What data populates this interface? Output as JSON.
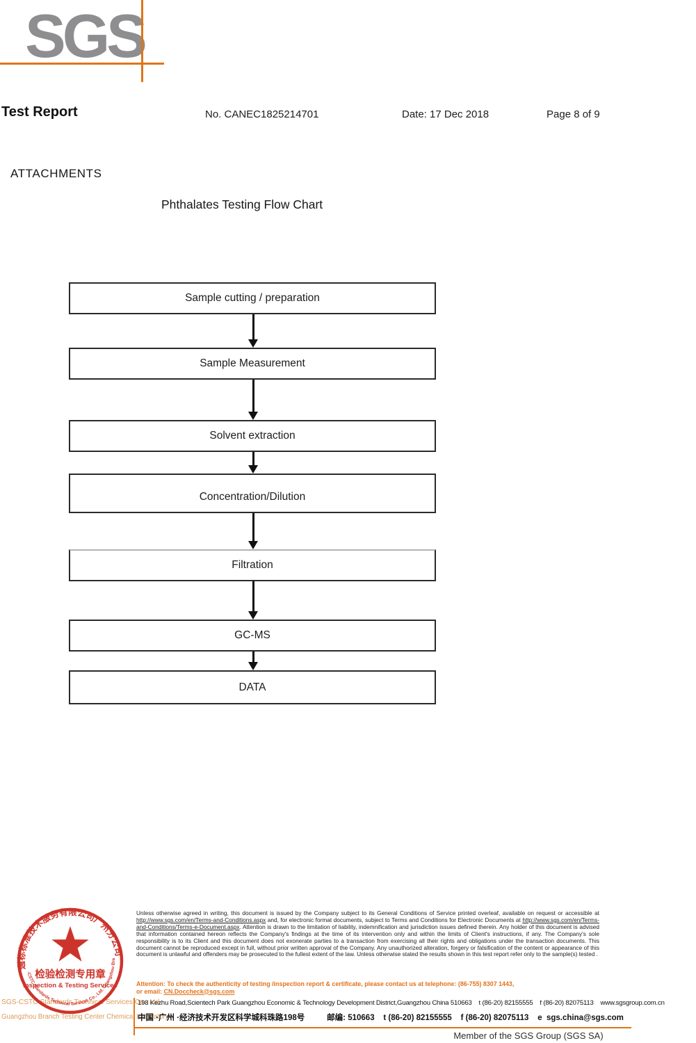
{
  "logo": {
    "text": "SGS"
  },
  "header": {
    "title": "Test Report",
    "report_no": "No. CANEC1825214701",
    "date": "Date: 17 Dec 2018",
    "page_info": "Page 8 of 9"
  },
  "attachments_label": "ATTACHMENTS",
  "flowchart": {
    "title": "Phthalates Testing Flow Chart",
    "steps": [
      "Sample cutting / preparation",
      "Sample Measurement",
      "Solvent extraction",
      "Concentration/Dilution",
      "Filtration",
      "GC-MS",
      "DATA"
    ]
  },
  "footer": {
    "stamp": {
      "ring_top": "通标标准技术服务有限公司广州分公司",
      "ring_bottom": "SGS-CSTC Standards Technical Services Co., Ltd. Guangzhou Branch",
      "center_cn": "检验检测专用章",
      "center_en": "Inspection & Testing Services"
    },
    "company_lines": [
      "SGS-CSTC Standards Technical Services Co., Ltd.",
      "Guangzhou Branch Testing Center Chemical Laboratory"
    ],
    "disclaimer_segments": [
      {
        "t": "Unless otherwise agreed in writing, this document is issued by the Company subject to its General Conditions of Service printed overleaf, available on request or accessible at ",
        "u": false
      },
      {
        "t": "http://www.sgs.com/en/Terms-and-Conditions.aspx",
        "u": true
      },
      {
        "t": " and, for electronic format documents, subject to Terms and Conditions for Electronic Documents at ",
        "u": false
      },
      {
        "t": "http://www.sgs.com/en/Terms-and-Conditions/Terms-e-Document.aspx",
        "u": true
      },
      {
        "t": ". Attention is drawn to the limitation of liability, indemnification and jurisdiction issues defined therein. Any holder of this document is advised that information contained hereon reflects the Company's findings at the time of its intervention only and within the limits of Client's instructions, if any. The Company's sole responsibility is to its Client and this document does not exonerate parties to a transaction from exercising all their rights and obligations under the transaction documents. This document cannot be reproduced except in full, without prior written approval of the Company. Any unauthorized alteration, forgery or falsification of the content or appearance of this document is unlawful and offenders may be prosecuted to the fullest extent of the law. Unless otherwise stated the results shown in this test report refer only to the sample(s) tested .",
        "u": false
      }
    ],
    "attention_segments": [
      {
        "t": "Attention: To check the authenticity of testing /inspection report & certificate, please contact us at telephone: (86-755) 8307 1443,\nor email: ",
        "u": false
      },
      {
        "t": "CN.Doccheck@sgs.com",
        "u": true
      }
    ],
    "address_en": "198 Kezhu Road,Scientech Park Guangzhou Economic & Technology Development District,Guangzhou China 510663    t (86-20) 82155555    f (86-20) 82075113    www.sgsgroup.com.cn",
    "address_cn": "中国 ·广州 ·经济技术开发区科学城科珠路198号          邮编: 510663    t (86-20) 82155555    f (86-20) 82075113    e  sgs.china@sgs.com",
    "member_line": "Member of the SGS Group (SGS SA)"
  },
  "colors": {
    "accent_orange": "#DD7519",
    "stamp_red": "#C9251C",
    "company_orange": "#DB9A57",
    "logo_gray": "#8e8e90"
  }
}
